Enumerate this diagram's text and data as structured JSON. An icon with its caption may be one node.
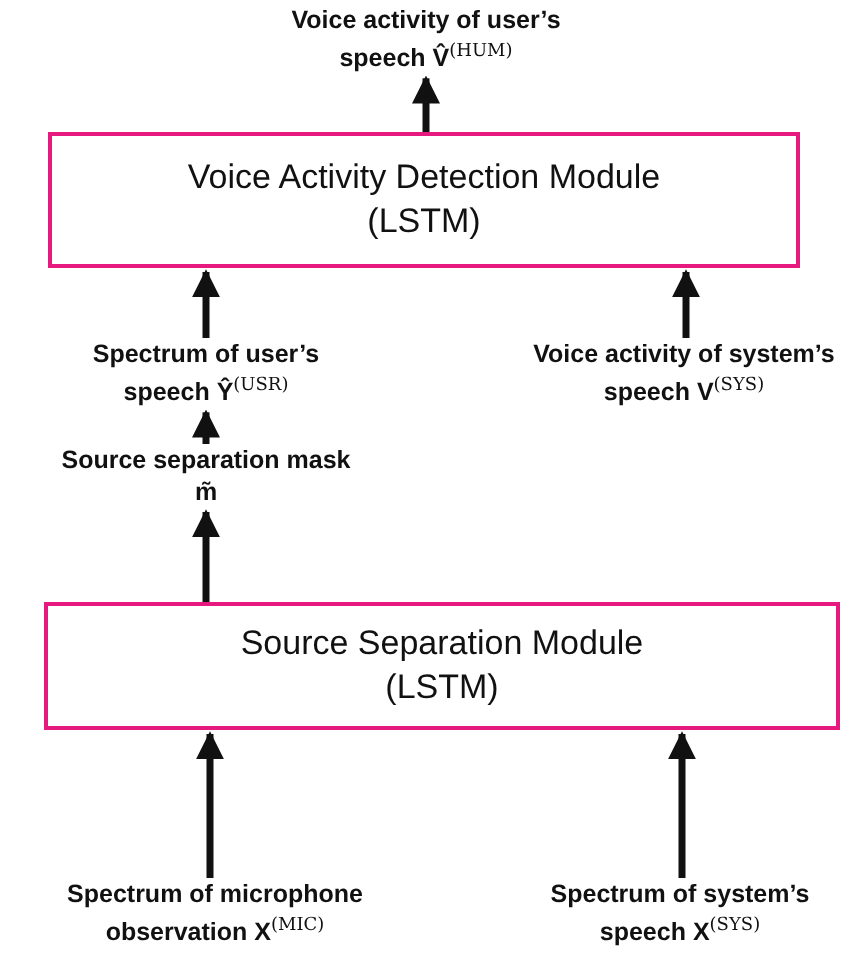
{
  "diagram": {
    "nodes": [
      {
        "text": [
          "Voice activity of user’s speech **V̂**$^{(HUM)}$"
        ]
      },
      {
        "text": [
          "Voice Activity Detection Module",
          "(LSTM)"
        ]
      },
      {
        "text": [
          "Spectrum of user’s speech **Ŷ**$^{(USR)}$"
        ]
      },
      {
        "text": [
          "Voice activity of system’s speech **V**$^{(SYS)}$"
        ]
      },
      {
        "text": [
          "Source separation mask **m̃**"
        ]
      },
      {
        "text": [
          "Source Separation Module",
          "(LSTM)"
        ]
      },
      {
        "text": [
          "Spectrum of microphone observation **X**$^{(MIC)}$"
        ]
      },
      {
        "text": [
          "Spectrum of system’s speech **X**$^{(SYS)}$"
        ]
      }
    ],
    "edges": [
      {
        "from": 1,
        "to": 0,
        "arrow": "to"
      },
      {
        "from": 2,
        "to": 1,
        "arrow": "to"
      },
      {
        "from": 3,
        "to": 1,
        "arrow": "to"
      },
      {
        "from": 4,
        "to": 2,
        "arrow": "to"
      },
      {
        "from": 5,
        "to": 4,
        "arrow": "to"
      },
      {
        "from": 6,
        "to": 5,
        "arrow": "to"
      },
      {
        "from": 7,
        "to": 5,
        "arrow": "to"
      }
    ]
  }
}
